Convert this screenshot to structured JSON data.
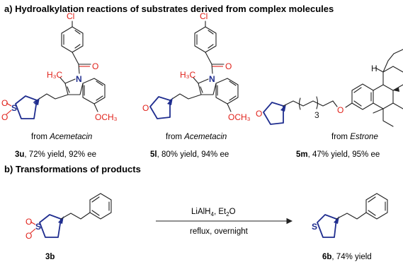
{
  "section_a": {
    "title": "a) Hydroalkylation reactions of substrates derived from complex molecules"
  },
  "section_b": {
    "title": "b) Transformations of products"
  },
  "atoms": {
    "cl": "Cl",
    "o": "O",
    "n": "N",
    "s": "S",
    "h": "H",
    "h3c": "H₃C",
    "och3": "OCH₃",
    "subscript_3": "3"
  },
  "compounds": [
    {
      "id": "3u",
      "source_prefix": "from",
      "source": "Acemetacin",
      "result": ", 72% yield, 92% ee"
    },
    {
      "id": "5l",
      "source_prefix": "from",
      "source": "Acemetacin",
      "result": ", 80% yield, 94% ee"
    },
    {
      "id": "5m",
      "source_prefix": "from",
      "source": "Estrone",
      "result": ", 47% yield, 95% ee"
    }
  ],
  "reaction": {
    "reagent_main": "LiAlH",
    "reagent_sub": "4",
    "reagent_rest": ", Et",
    "reagent_sub2": "2",
    "reagent_end": "O",
    "condition": "reflux, overnight",
    "substrate_label": "3b",
    "product_label": "6b",
    "product_result": ", 74% yield"
  }
}
